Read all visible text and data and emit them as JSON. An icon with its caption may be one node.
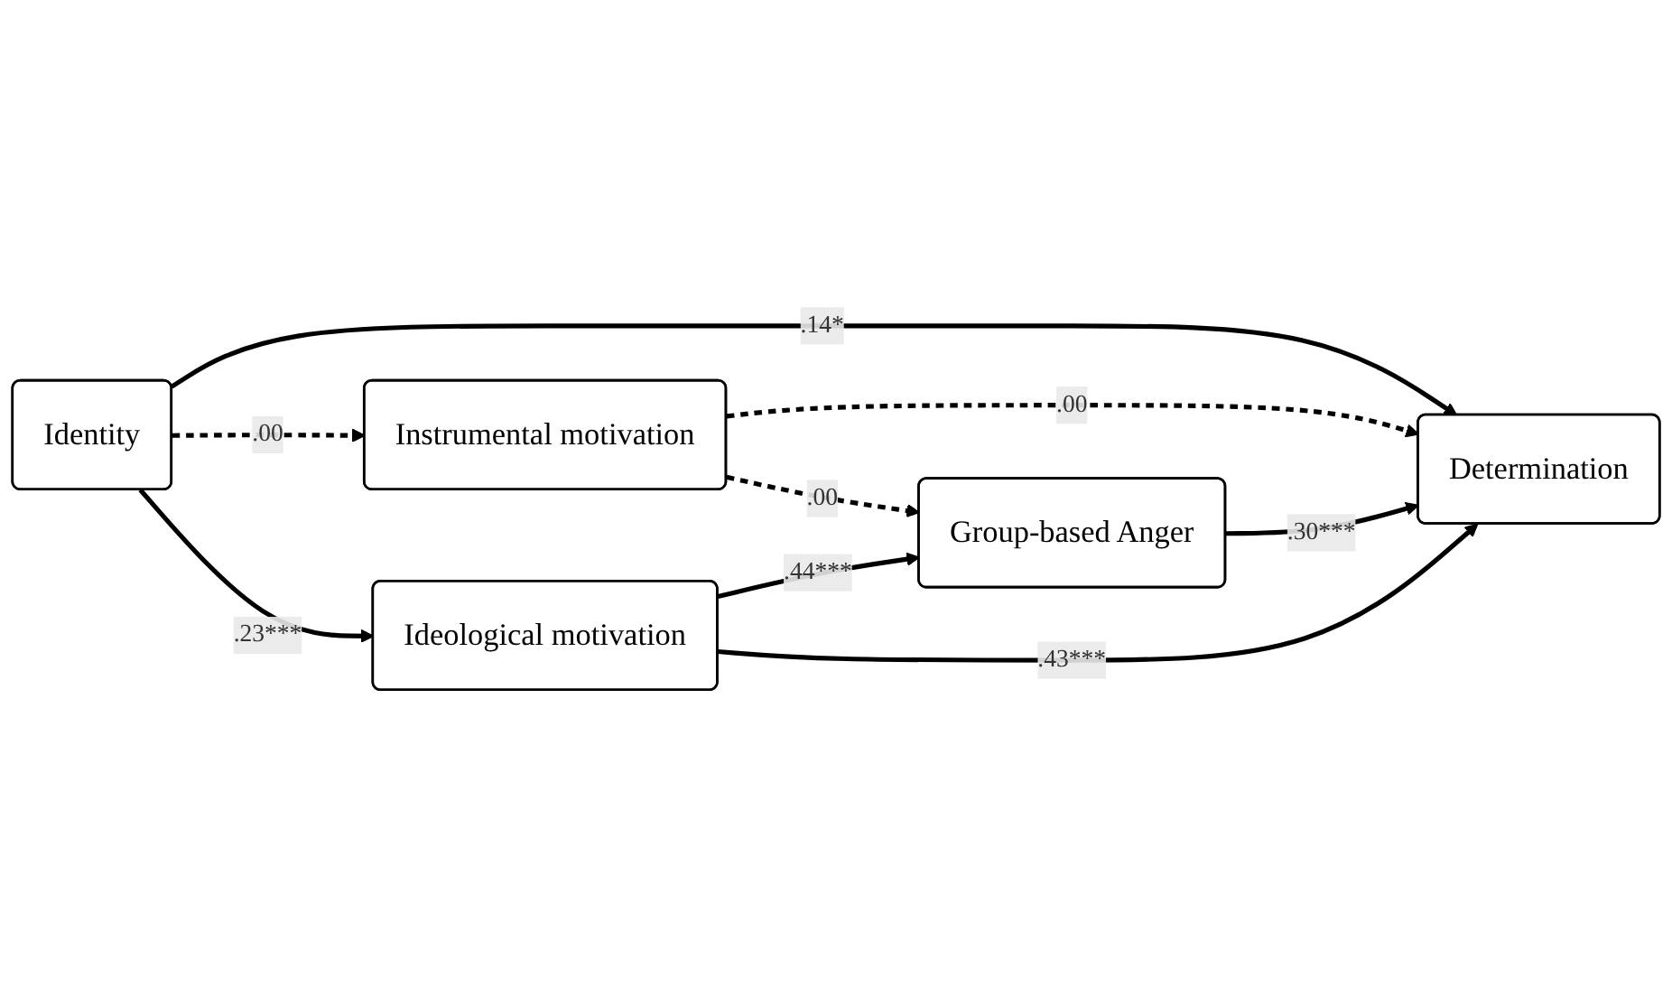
{
  "diagram": {
    "nodes": [
      {
        "text": [
          "Identity"
        ]
      },
      {
        "text": [
          "Instrumental motivation"
        ]
      },
      {
        "text": [
          "Ideological motivation"
        ]
      },
      {
        "text": [
          "Group-based Anger"
        ]
      },
      {
        "text": [
          "Determination"
        ]
      }
    ],
    "edges": [
      {
        "from": 0,
        "to": 4,
        "arrow": "to",
        "label": ".14*"
      },
      {
        "from": 0,
        "to": 1,
        "arrow": "to",
        "label": ".00",
        "style": "dashed"
      },
      {
        "from": 1,
        "to": 4,
        "arrow": "to",
        "label": ".00",
        "style": "dashed"
      },
      {
        "from": 1,
        "to": 3,
        "arrow": "to",
        "label": ".00",
        "style": "dashed"
      },
      {
        "from": 3,
        "to": 4,
        "arrow": "to",
        "label": ".30***"
      },
      {
        "from": 0,
        "to": 2,
        "arrow": "to",
        "label": ".23***"
      },
      {
        "from": 2,
        "to": 3,
        "arrow": "to",
        "label": ".44***"
      },
      {
        "from": 2,
        "to": 4,
        "arrow": "to",
        "label": ".43***"
      }
    ]
  }
}
